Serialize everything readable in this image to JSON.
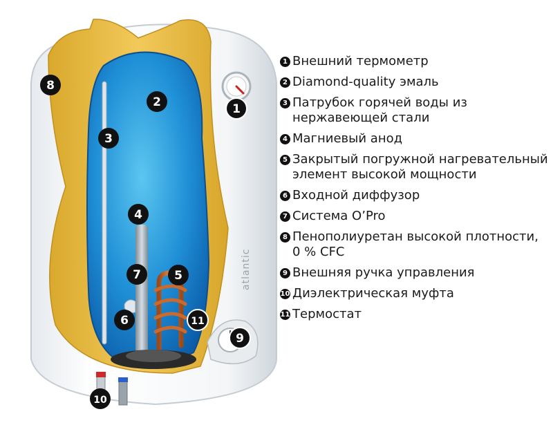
{
  "brand": "atlantic",
  "callouts": [
    "1",
    "2",
    "3",
    "4",
    "5",
    "6",
    "7",
    "8",
    "9",
    "10",
    "11"
  ],
  "legend": [
    {
      "num": "1",
      "text": "Внешний термометр"
    },
    {
      "num": "2",
      "text": "Diamond-quality эмаль"
    },
    {
      "num": "3",
      "text": "Патрубок горячей воды из\nнержавеющей стали"
    },
    {
      "num": "4",
      "text": "Магниевый анод"
    },
    {
      "num": "5",
      "text": "Закрытый погружной нагревательный\nэлемент высокой мощности"
    },
    {
      "num": "6",
      "text": "Входной диффузор"
    },
    {
      "num": "7",
      "text": "Система O’Pro"
    },
    {
      "num": "8",
      "text": "Пенополиуретан высокой плотности,\n0 % CFC"
    },
    {
      "num": "9",
      "text": "Внешняя ручка управления"
    },
    {
      "num": "10",
      "text": "Диэлектрическая муфта"
    },
    {
      "num": "11",
      "text": "Термостат"
    }
  ]
}
